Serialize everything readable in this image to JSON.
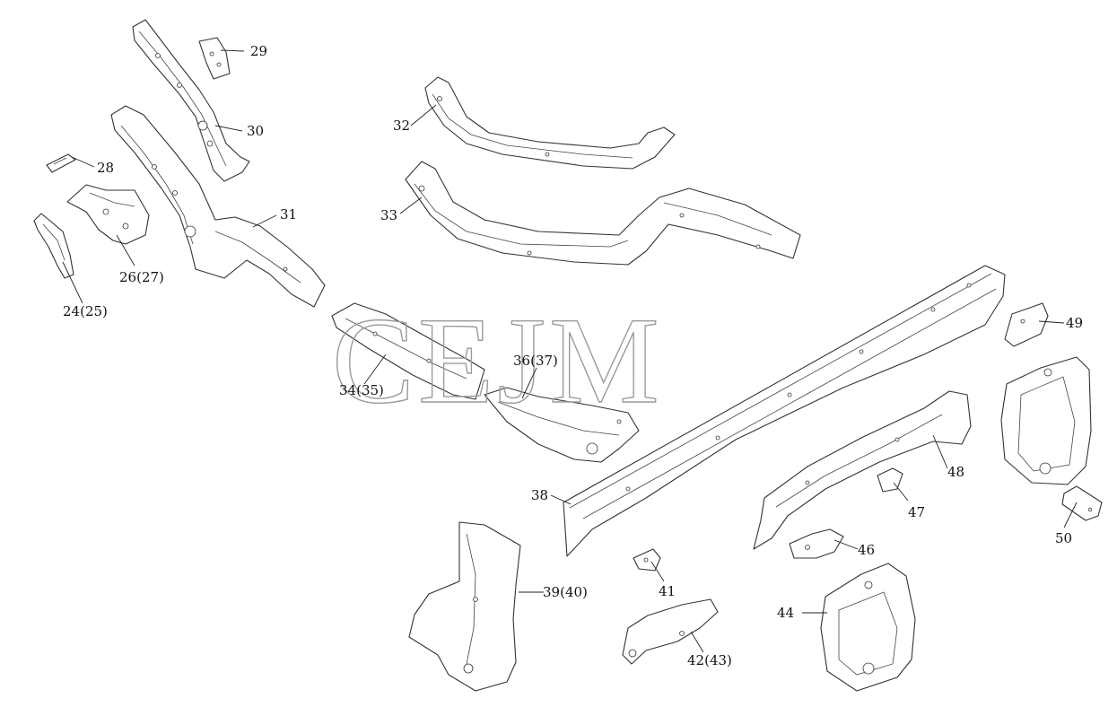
{
  "watermark": "CEJM",
  "callouts": {
    "p24": "24(25)",
    "p26": "26(27)",
    "p28": "28",
    "p29": "29",
    "p30": "30",
    "p31": "31",
    "p32": "32",
    "p33": "33",
    "p34": "34(35)",
    "p36": "36(37)",
    "p38": "38",
    "p39": "39(40)",
    "p41": "41",
    "p42": "42(43)",
    "p44": "44",
    "p46": "46",
    "p47": "47",
    "p48": "48",
    "p49": "49",
    "p50": "50"
  },
  "colors": {
    "line": "#333333",
    "watermark": "#9a9a9a",
    "background": "#ffffff"
  }
}
